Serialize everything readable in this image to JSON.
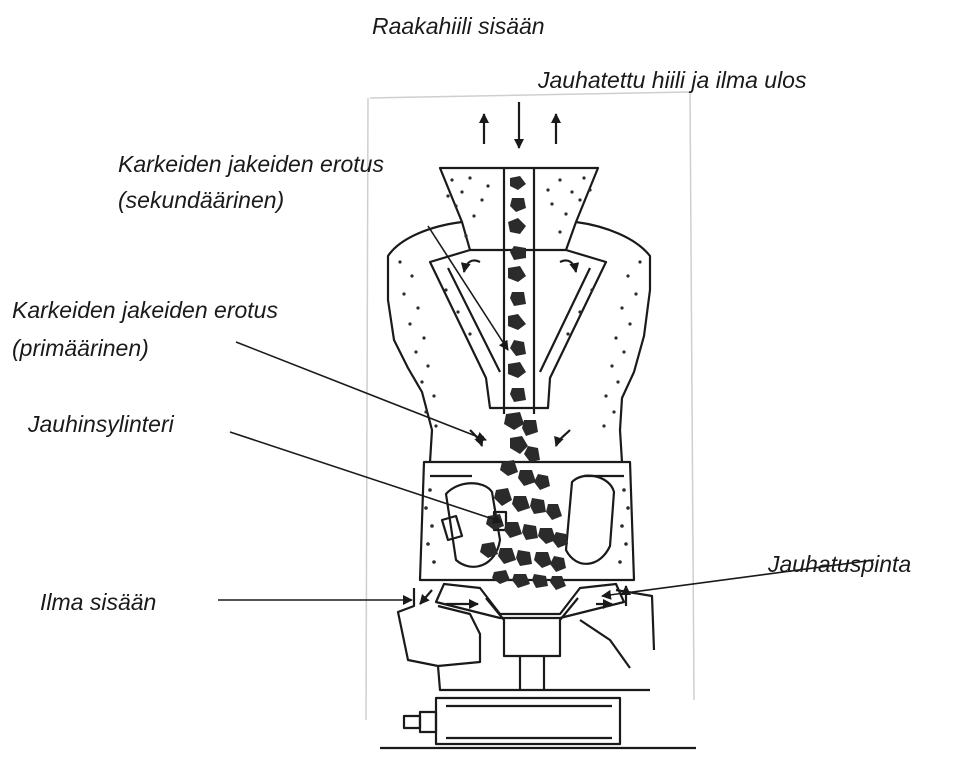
{
  "labels": {
    "raw_coal_in": "Raakahiili sisään",
    "ground_coal_air_out": "Jauhatettu hiili ja ilma ulos",
    "coarse_separation_secondary": [
      "Karkeiden jakeiden erotus",
      "(sekundäärinen)"
    ],
    "coarse_separation_primary": [
      "Karkeiden jakeiden erotus",
      "(primäärinen)"
    ],
    "grinding_cylinder": "Jauhinsylinteri",
    "grinding_surface": "Jauhatuspinta",
    "air_in": "Ilma sisään"
  },
  "colors": {
    "ink": "#1a1a1a",
    "coal": "#2b2b2b",
    "paper": "#ffffff"
  }
}
